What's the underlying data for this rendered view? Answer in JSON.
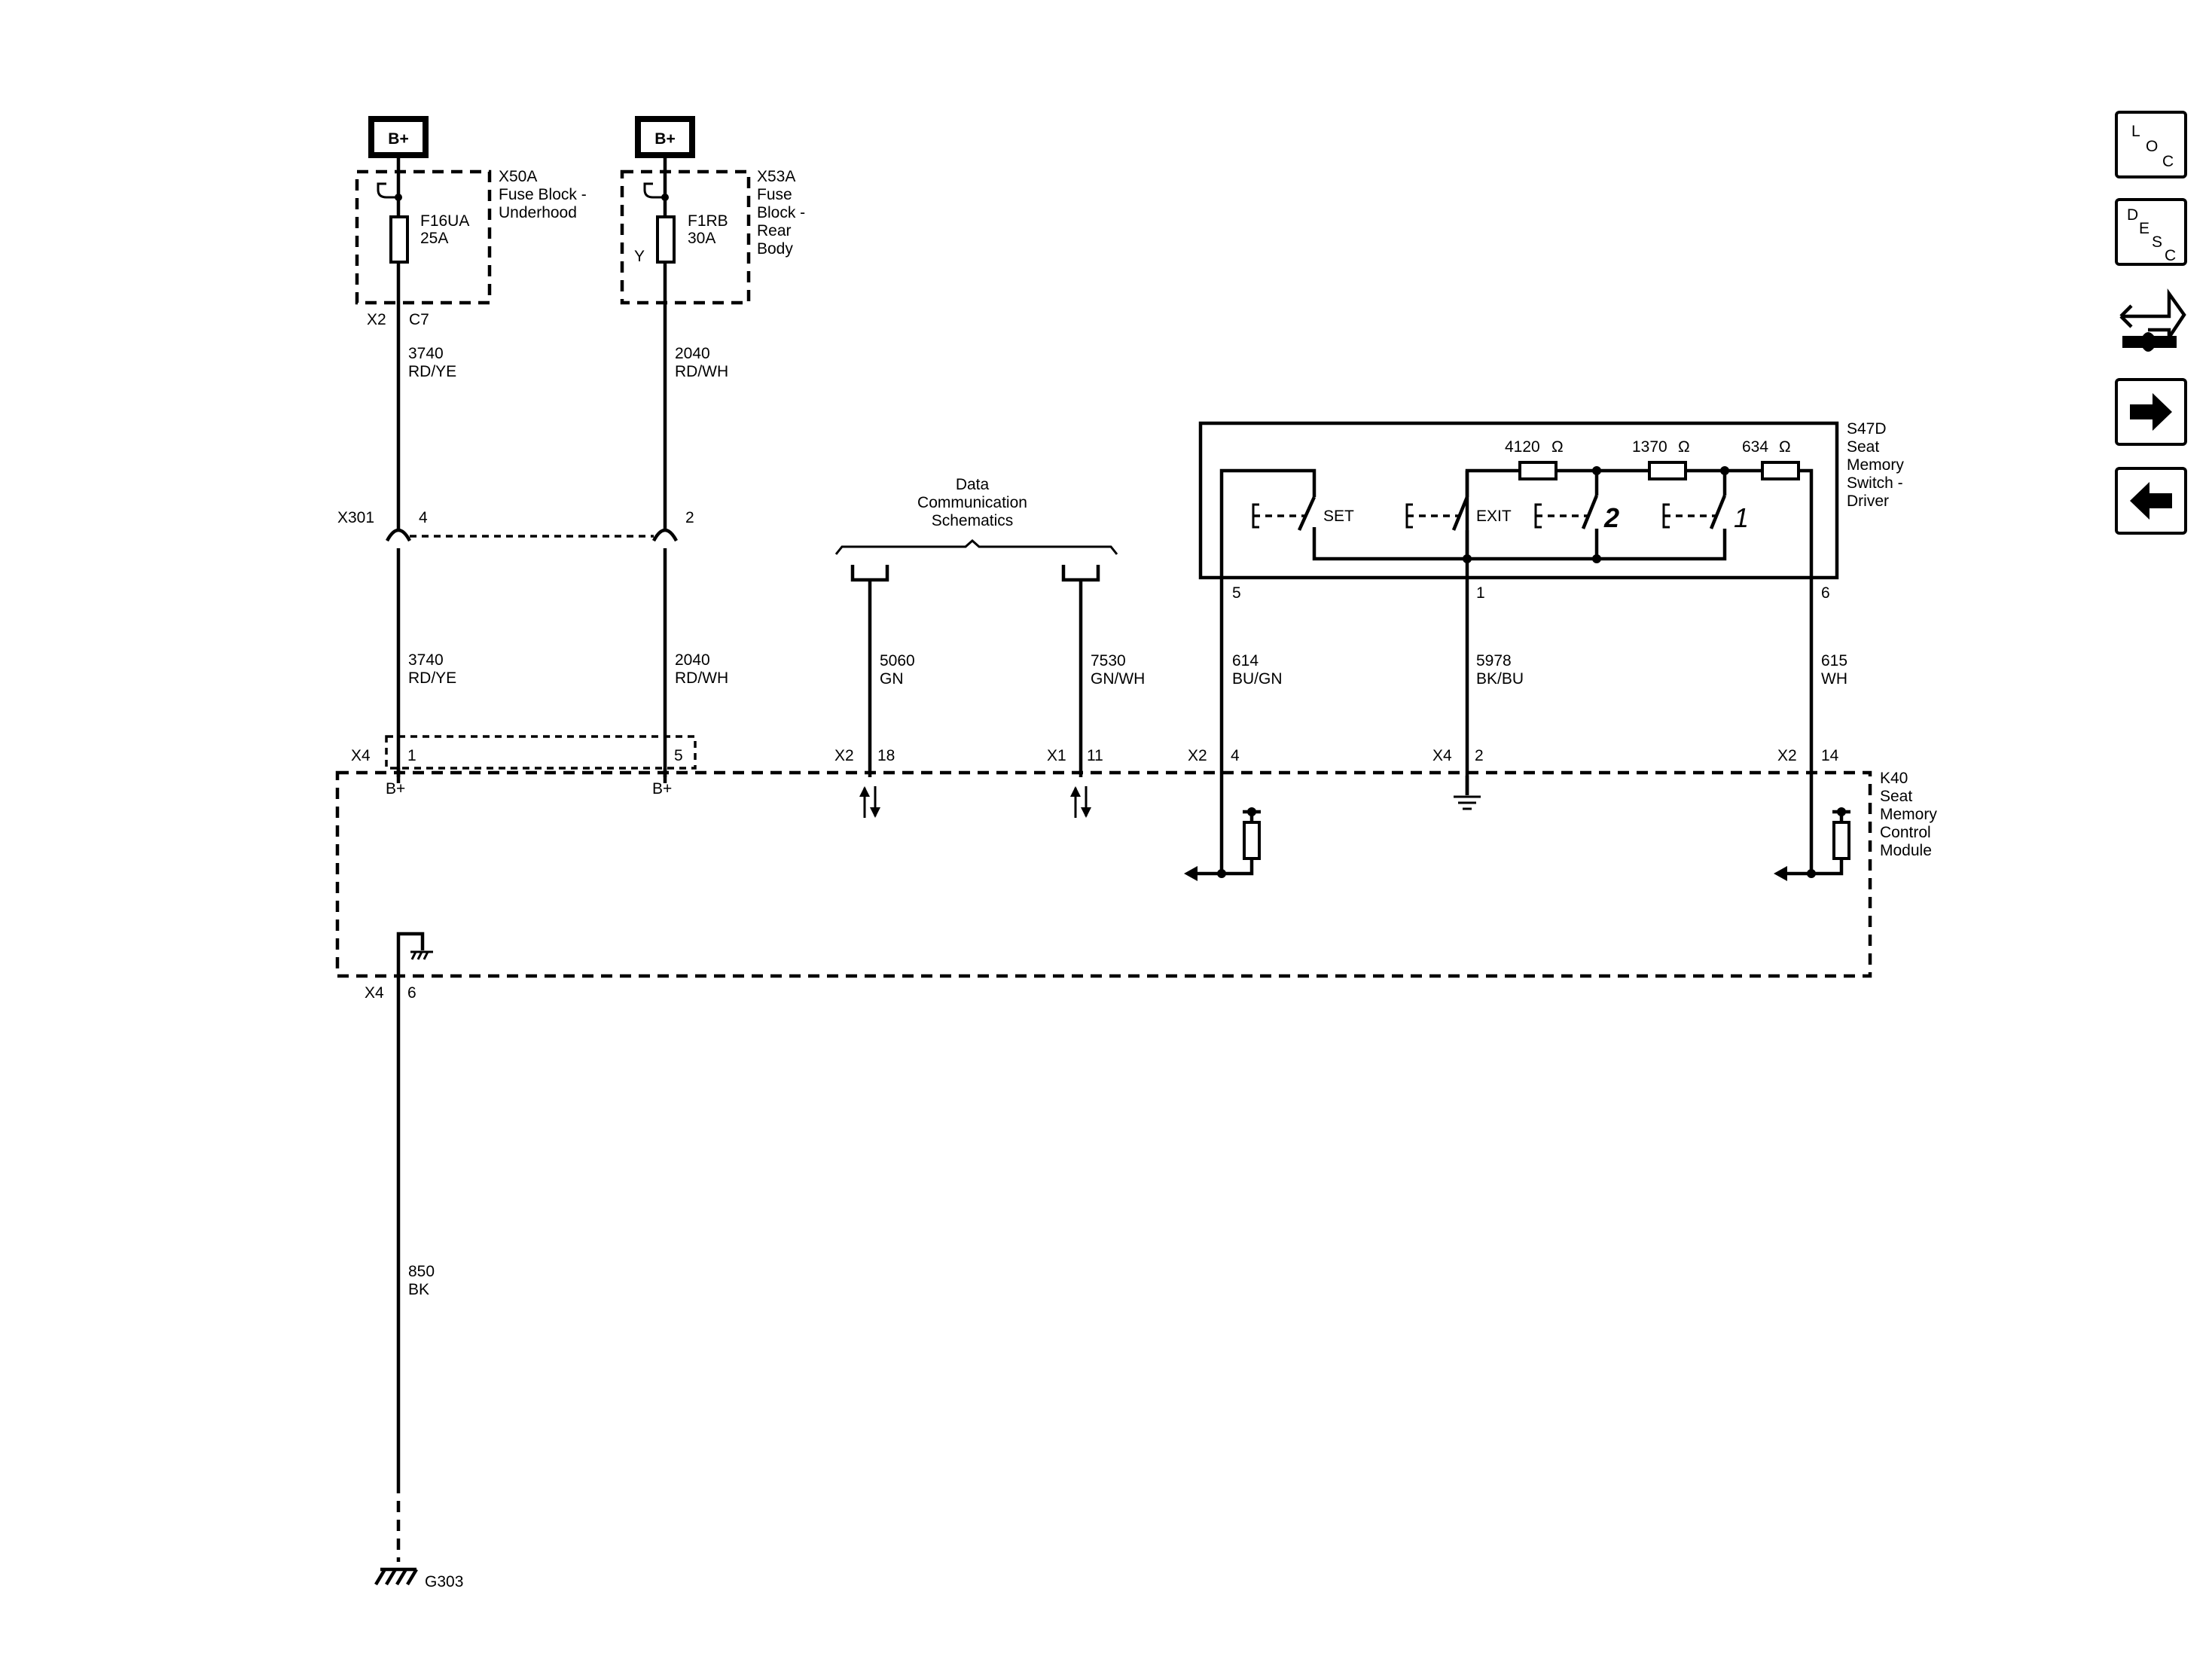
{
  "power": {
    "b_plus": "B+"
  },
  "fuse_blocks": {
    "x50a": {
      "id": "X50A",
      "name_line1": "Fuse Block -",
      "name_line2": "Underhood",
      "fuse_id": "F16UA",
      "fuse_rating": "25A",
      "conn": "X2",
      "pin": "C7"
    },
    "x53a": {
      "id": "X53A",
      "name_line1": "Fuse",
      "name_line2": "Block -",
      "name_line3": "Rear",
      "name_line4": "Body",
      "fuse_id": "F1RB",
      "fuse_rating": "30A",
      "side_label": "Y"
    }
  },
  "wires": {
    "w3740": {
      "circuit": "3740",
      "color": "RD/YE"
    },
    "w2040": {
      "circuit": "2040",
      "color": "RD/WH"
    },
    "w5060": {
      "circuit": "5060",
      "color": "GN"
    },
    "w7530": {
      "circuit": "7530",
      "color": "GN/WH"
    },
    "w614": {
      "circuit": "614",
      "color": "BU/GN"
    },
    "w5978": {
      "circuit": "5978",
      "color": "BK/BU"
    },
    "w615": {
      "circuit": "615",
      "color": "WH"
    },
    "w850": {
      "circuit": "850",
      "color": "BK"
    }
  },
  "inline_connector": {
    "id": "X301",
    "pin_a": "4",
    "pin_b": "2"
  },
  "data_comm": {
    "line1": "Data",
    "line2": "Communication",
    "line3": "Schematics"
  },
  "switch": {
    "id": "S47D",
    "name_line1": "Seat",
    "name_line2": "Memory",
    "name_line3": "Switch -",
    "name_line4": "Driver",
    "res1": "4120",
    "res2": "1370",
    "res3": "634",
    "ohm": "Ω",
    "set_label": "SET",
    "exit_label": "EXIT",
    "mem2_label": "2",
    "mem1_label": "1",
    "pin_left": "5",
    "pin_mid": "1",
    "pin_right": "6"
  },
  "module": {
    "id": "K40",
    "name_line1": "Seat",
    "name_line2": "Memory",
    "name_line3": "Control",
    "name_line4": "Module",
    "pins": {
      "p1": {
        "conn": "X4",
        "pin": "1"
      },
      "p5": {
        "pin": "5"
      },
      "p18": {
        "conn": "X2",
        "pin": "18"
      },
      "p11": {
        "conn": "X1",
        "pin": "11"
      },
      "p4": {
        "conn": "X2",
        "pin": "4"
      },
      "p2": {
        "conn": "X4",
        "pin": "2"
      },
      "p14": {
        "conn": "X2",
        "pin": "14"
      },
      "p6": {
        "conn": "X4",
        "pin": "6"
      }
    },
    "b_plus_1": "B+",
    "b_plus_5": "B+"
  },
  "ground": {
    "id": "G303"
  },
  "nav": {
    "loc": {
      "l1": "L",
      "l2": "O",
      "l3": "C"
    },
    "desc": {
      "l1": "D",
      "l2": "E",
      "l3": "S",
      "l4": "C"
    },
    "icons": [
      "connector-ref-icon",
      "forward-arrow-icon",
      "back-arrow-icon"
    ]
  }
}
